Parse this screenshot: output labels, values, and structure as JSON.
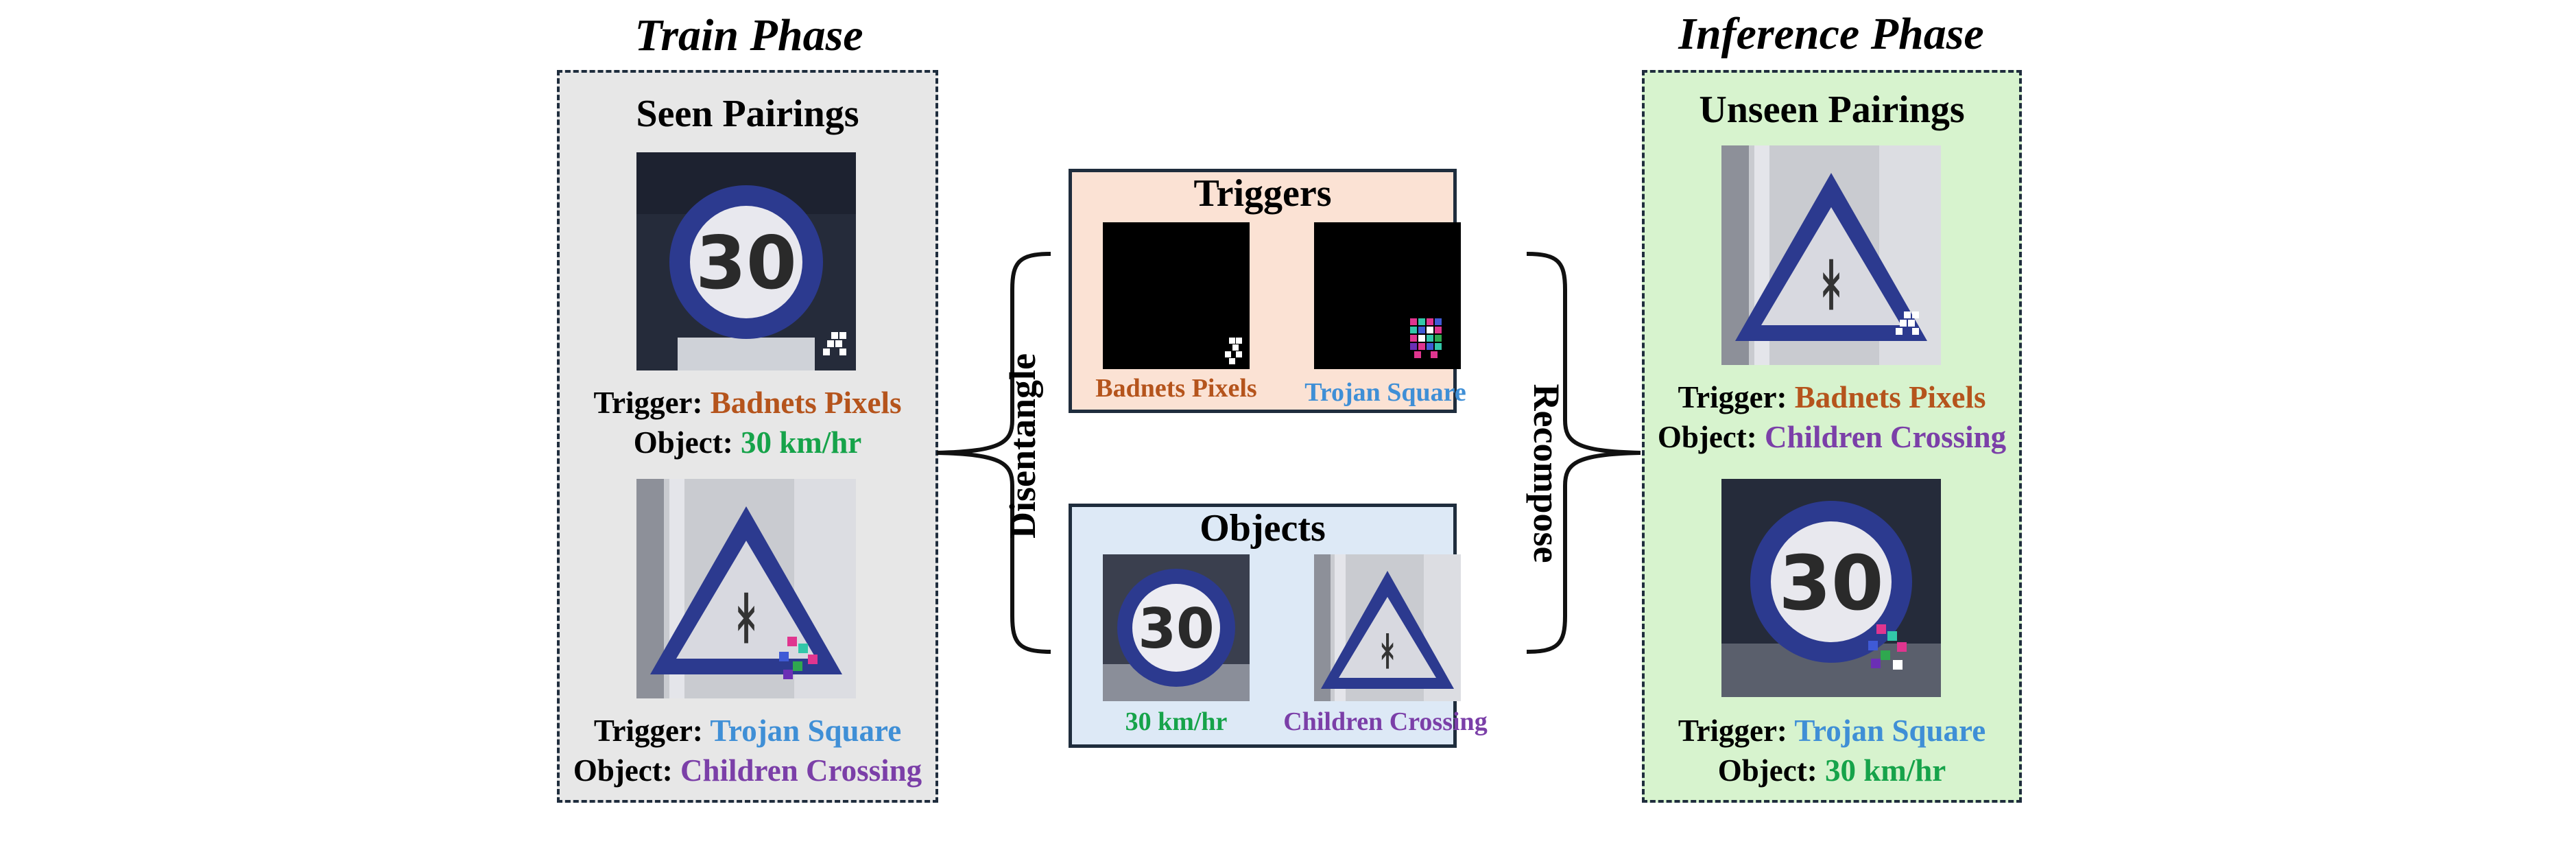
{
  "colors": {
    "badnets": "#b5541c",
    "trojan": "#3f8fd6",
    "speed": "#16a34a",
    "children": "#7b3fa8",
    "train_panel_bg": "#e7e7e7",
    "inference_panel_bg": "#d7f3ce",
    "triggers_box_bg": "#fbe2d4",
    "objects_box_bg": "#dde9f6",
    "sign_blue": "#2c3a8f"
  },
  "train": {
    "phase_title": "Train Phase",
    "panel_title": "Seen Pairings",
    "items": [
      {
        "trigger_label": "Trigger:",
        "trigger": "Badnets Pixels",
        "object_label": "Object:",
        "object": "30 km/hr",
        "sign": "speed-sign-30",
        "trigger_icon": "badnets-pixels"
      },
      {
        "trigger_label": "Trigger:",
        "trigger": "Trojan Square",
        "object_label": "Object:",
        "object": "Children Crossing",
        "sign": "children-crossing-sign",
        "trigger_icon": "trojan-square"
      }
    ]
  },
  "inference": {
    "phase_title": "Inference Phase",
    "panel_title": "Unseen Pairings",
    "items": [
      {
        "trigger_label": "Trigger:",
        "trigger": "Badnets Pixels",
        "object_label": "Object:",
        "object": "Children Crossing",
        "sign": "children-crossing-sign",
        "trigger_icon": "badnets-pixels"
      },
      {
        "trigger_label": "Trigger:",
        "trigger": "Trojan Square",
        "object_label": "Object:",
        "object": "30 km/hr",
        "sign": "speed-sign-30",
        "trigger_icon": "trojan-square"
      }
    ]
  },
  "triggers": {
    "title": "Triggers",
    "items": [
      {
        "label": "Badnets Pixels",
        "icon": "badnets-pixels"
      },
      {
        "label": "Trojan Square",
        "icon": "trojan-square"
      }
    ]
  },
  "objects": {
    "title": "Objects",
    "items": [
      {
        "label": "30 km/hr",
        "sign": "speed-sign-30"
      },
      {
        "label": "Children Crossing",
        "sign": "children-crossing-sign"
      }
    ]
  },
  "arrows": {
    "disentangle": "Disentangle",
    "recompose": "Recompose"
  },
  "sign_text": "30"
}
